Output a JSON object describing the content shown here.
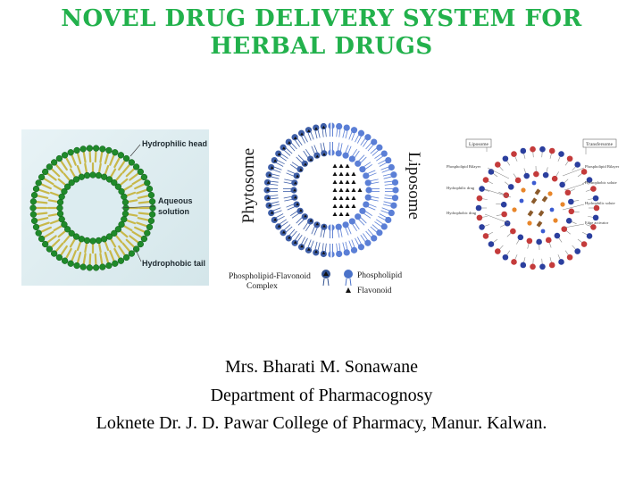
{
  "slide": {
    "title_line1": "NOVEL DRUG DELIVERY SYSTEM FOR",
    "title_line2": "HERBAL DRUGS",
    "colors": {
      "title": "#22b14c"
    }
  },
  "figure_bilayer": {
    "label_head": "Hydrophilic head",
    "label_aqueous_1": "Aqueous",
    "label_aqueous_2": "solution",
    "label_tail": "Hydrophobic tail"
  },
  "figure_phytosome": {
    "label_left": "Phytosome",
    "label_right": "Liposome",
    "legend_complex_1": "Phospholipid-Flavonoid",
    "legend_complex_2": "Complex",
    "legend_phospholipid": "Phospholipid",
    "legend_flavonoid": "Flavonoid"
  },
  "figure_transfersome": {
    "box_left": "Liposome",
    "box_right": "Transfersome",
    "label_bilayer_l": "Phospholipid Bilayer",
    "label_hydrophilic_drug": "Hydrophilic drug",
    "label_hydrophobic_drug": "Hydrophobic drug",
    "label_bilayer_r": "Phospholipid Bilayer",
    "label_hydrophobic_solute": "Hydrophobic solute",
    "label_hydrophilic_solute": "Hydrophilic solute",
    "label_edge_activator": "Edge activator"
  },
  "footer": {
    "author": "Mrs. Bharati M. Sonawane",
    "department": "Department of Pharmacognosy",
    "college": "Loknete Dr. J. D. Pawar College of Pharmacy, Manur. Kalwan."
  }
}
